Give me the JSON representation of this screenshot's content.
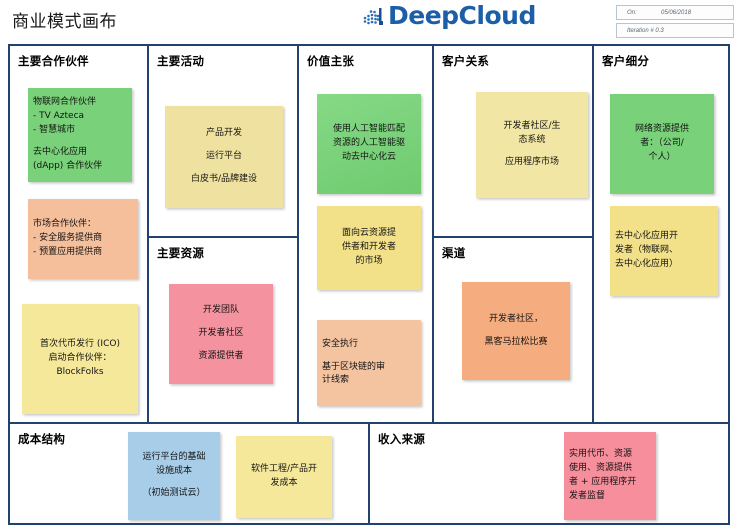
{
  "header": {
    "title": "商业模式画布",
    "logo": {
      "text": "DeepCloud",
      "icon": "cloud-dots-icon"
    },
    "meta": [
      {
        "label": "On:",
        "value": "05/06/2018"
      },
      {
        "label": "Iteration # 0.3",
        "value": ""
      }
    ]
  },
  "columns": {
    "key_partners": {
      "header": "主要合作伙伴",
      "notes": [
        {
          "color": "#79d179",
          "lines": [
            "物联网合作伙伴",
            "- TV Azteca",
            "- 智慧城市",
            "",
            "去中心化应用",
            "(dApp) 合作伙伴"
          ]
        },
        {
          "color": "#f6bf9b",
          "lines": [
            "市场合作伙伴：",
            "- 安全服务提供商",
            "- 预置应用提供商"
          ]
        },
        {
          "color": "#f5e89a",
          "lines": [
            "首次代币发行 (ICO)",
            "启动合作伙伴：",
            "BlockFolks"
          ]
        }
      ]
    },
    "key_activities": {
      "header": "主要活动",
      "notes": [
        {
          "color": "#efe2a0",
          "lines": [
            "产品开发",
            "",
            "运行平台",
            "",
            "白皮书/品牌建设"
          ]
        }
      ]
    },
    "key_resources": {
      "header": "主要资源",
      "notes": [
        {
          "color": "#f4939f",
          "lines": [
            "开发团队",
            "",
            "开发者社区",
            "",
            "资源提供者"
          ]
        }
      ]
    },
    "value_propositions": {
      "header": "价值主张",
      "notes": [
        {
          "color": "#79d179",
          "lines": [
            "使用人工智能匹配",
            "资源的人工智能驱",
            "动去中心化云"
          ]
        },
        {
          "color": "#f2e189",
          "lines": [
            "面向云资源提",
            "供者和开发者",
            "的市场"
          ]
        },
        {
          "color": "#f4c3a0",
          "lines": [
            "安全执行",
            "",
            "基于区块链的审",
            "计线索"
          ]
        }
      ]
    },
    "customer_relationships": {
      "header": "客户关系",
      "notes": [
        {
          "color": "#f2e6a4",
          "lines": [
            "开发者社区/生",
            "态系统",
            "",
            "应用程序市场"
          ]
        }
      ]
    },
    "channels": {
      "header": "渠道",
      "notes": [
        {
          "color": "#f5ad7f",
          "lines": [
            "开发者社区，",
            "",
            "黑客马拉松比赛"
          ]
        }
      ]
    },
    "customer_segments": {
      "header": "客户细分",
      "notes": [
        {
          "color": "#79d179",
          "lines": [
            "网络资源提供",
            "者：（公司/",
            "个人）"
          ]
        },
        {
          "color": "#f2e189",
          "lines": [
            "去中心化应用开",
            "发者（物联网、",
            "去中心化应用）"
          ]
        }
      ]
    },
    "cost_structure": {
      "header": "成本结构",
      "notes": [
        {
          "color": "#a8cde8",
          "lines": [
            "运行平台的基础",
            "设施成本",
            "",
            "（初始测试云）"
          ]
        },
        {
          "color": "#f5e89a",
          "lines": [
            "软件工程/产品开",
            "发成本"
          ]
        }
      ]
    },
    "revenue_streams": {
      "header": "收入来源",
      "notes": [
        {
          "color": "#f78e9c",
          "lines": [
            "实用代币、资源",
            "使用、资源提供",
            "者 + 应用程序开",
            "发者监督"
          ]
        }
      ]
    }
  }
}
